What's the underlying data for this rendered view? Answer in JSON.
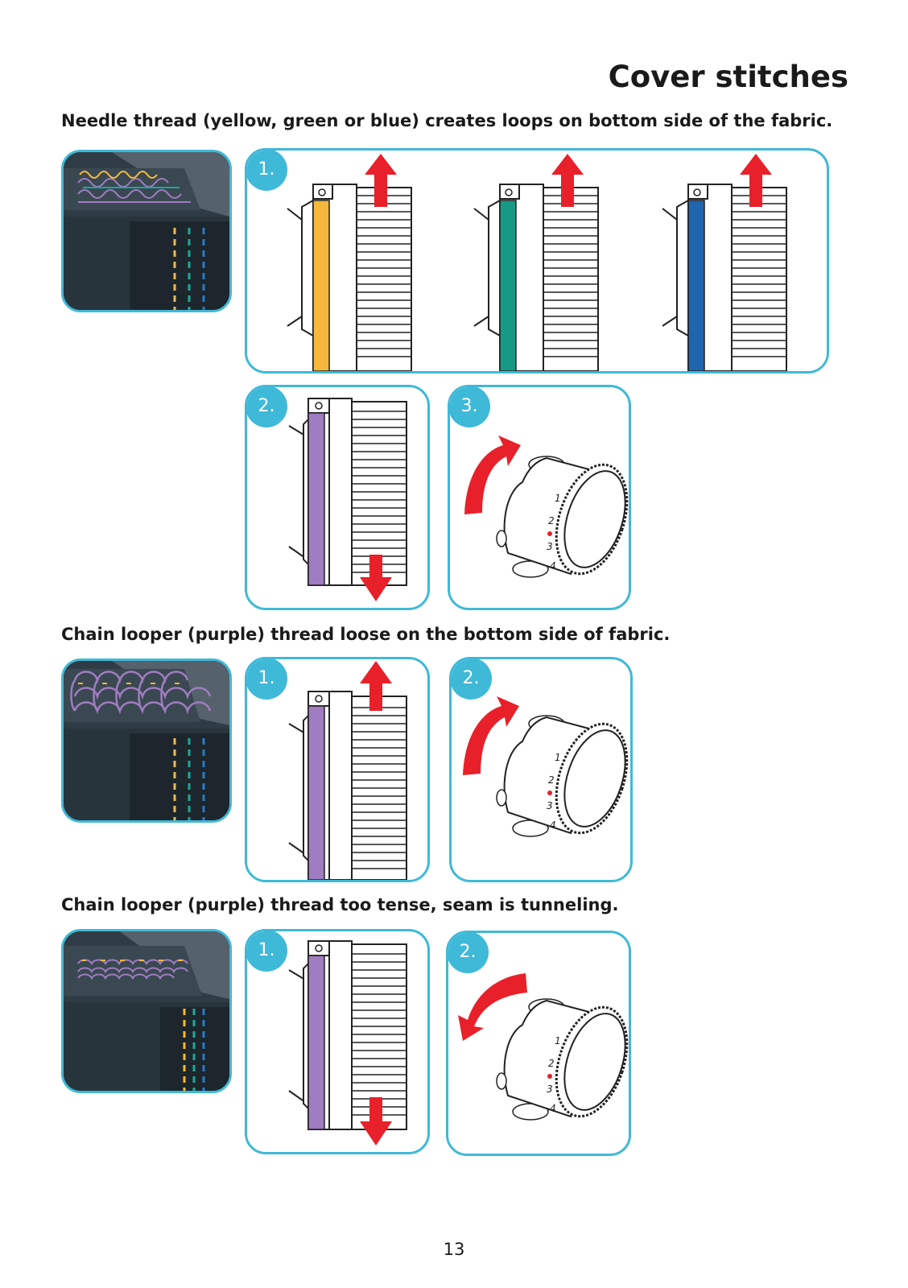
{
  "page_title": "Cover stitches",
  "page_number": "13",
  "colors": {
    "accent": "#3fb9d8",
    "arrow": "#e8202a",
    "yellow_thread": "#f5b83d",
    "green_thread": "#169a86",
    "blue_thread": "#1e66b0",
    "purple_thread": "#a07cc0"
  },
  "sections": [
    {
      "caption": "Needle thread (yellow, green or blue) creates loops on bottom side of the fabric.",
      "steps": [
        {
          "label": "1.",
          "action": "tighten needle thread tension",
          "threads": [
            "yellow",
            "green",
            "blue"
          ]
        },
        {
          "label": "2.",
          "action": "loosen chain looper thread tension",
          "threads": [
            "purple"
          ]
        },
        {
          "label": "3.",
          "action": "turn differential feed dial",
          "dial_marks": [
            "1",
            "2",
            "3",
            "4"
          ]
        }
      ]
    },
    {
      "caption": "Chain looper (purple) thread loose on the bottom side of fabric.",
      "steps": [
        {
          "label": "1.",
          "action": "tighten chain looper thread tension",
          "threads": [
            "purple"
          ]
        },
        {
          "label": "2.",
          "action": "turn differential feed dial",
          "dial_marks": [
            "1",
            "2",
            "3",
            "4"
          ]
        }
      ]
    },
    {
      "caption": "Chain looper (purple) thread too tense, seam is tunneling.",
      "steps": [
        {
          "label": "1.",
          "action": "loosen chain looper thread tension",
          "threads": [
            "purple"
          ]
        },
        {
          "label": "2.",
          "action": "turn differential feed dial back",
          "dial_marks": [
            "1",
            "2",
            "3",
            "4"
          ]
        }
      ]
    }
  ]
}
